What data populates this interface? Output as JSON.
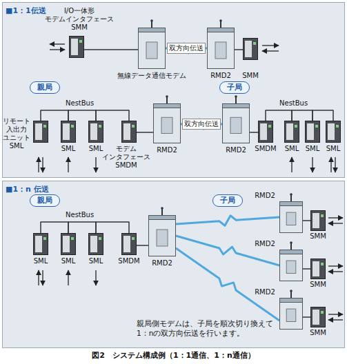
{
  "diagram": {
    "caption": "図2　システム構成例（1：1通信、1：n通信）",
    "nodes": [
      {
        "text": [
          "■1：1伝送"
        ]
      },
      {
        "text": [
          "I/O一体形 モデムインタフェース SMM"
        ],
        "in": 0
      },
      {
        "text": [
          "無線データ通信モデム"
        ],
        "in": 0
      },
      {
        "text": [
          "RMD2"
        ],
        "in": 0
      },
      {
        "text": [
          "SMM"
        ],
        "in": 0
      },
      {
        "text": [
          "親局"
        ],
        "in": 0
      },
      {
        "text": [
          "リモート 入出力 ユニット SML"
        ],
        "in": 0
      },
      {
        "text": [
          "SML"
        ],
        "in": 0
      },
      {
        "text": [
          "SML"
        ],
        "in": 0
      },
      {
        "text": [
          "モデム インタフェース SMDM"
        ],
        "in": 0
      },
      {
        "text": [
          "RMD2"
        ],
        "in": 0
      },
      {
        "text": [
          "子局"
        ],
        "in": 0
      },
      {
        "text": [
          "RMD2"
        ],
        "in": 0
      },
      {
        "text": [
          "SMDM"
        ],
        "in": 0
      },
      {
        "text": [
          "SML"
        ],
        "in": 0
      },
      {
        "text": [
          "SML"
        ],
        "in": 0
      },
      {
        "text": [
          "SML"
        ],
        "in": 0
      },
      {
        "text": [
          "■1：n 伝送"
        ]
      },
      {
        "text": [
          "親局"
        ],
        "in": 17
      },
      {
        "text": [
          "SML"
        ],
        "in": 17
      },
      {
        "text": [
          "SML"
        ],
        "in": 17
      },
      {
        "text": [
          "SML"
        ],
        "in": 17
      },
      {
        "text": [
          "SMDM"
        ],
        "in": 17
      },
      {
        "text": [
          "RMD2"
        ],
        "in": 17
      },
      {
        "text": [
          "子局"
        ],
        "in": 17
      },
      {
        "text": [
          "RMD2"
        ],
        "in": 17
      },
      {
        "text": [
          "SMM"
        ],
        "in": 17
      },
      {
        "text": [
          "RMD2"
        ],
        "in": 17
      },
      {
        "text": [
          "SMM"
        ],
        "in": 17
      },
      {
        "text": [
          "RMD2"
        ],
        "in": 17
      },
      {
        "text": [
          "SMM"
        ],
        "in": 17
      }
    ],
    "edges": [
      {
        "from": 1,
        "to": 2,
        "arrow": "none"
      },
      {
        "from": 2,
        "to": 3,
        "label": "双方向伝送",
        "arrow": "none"
      },
      {
        "from": 3,
        "to": 4,
        "arrow": "none"
      },
      {
        "from": 6,
        "to": 7,
        "arrow": "none"
      },
      {
        "from": 7,
        "to": 8,
        "arrow": "none"
      },
      {
        "from": 8,
        "to": 9,
        "arrow": "none"
      },
      {
        "from": 9,
        "to": 10,
        "arrow": "none"
      },
      {
        "from": 10,
        "to": 12,
        "label": "双方向伝送",
        "arrow": "none"
      },
      {
        "from": 12,
        "to": 13,
        "arrow": "none"
      },
      {
        "from": 13,
        "to": 14,
        "arrow": "none"
      },
      {
        "from": 14,
        "to": 15,
        "arrow": "none"
      },
      {
        "from": 15,
        "to": 16,
        "arrow": "none"
      },
      {
        "from": 19,
        "to": 20,
        "arrow": "none"
      },
      {
        "from": 20,
        "to": 21,
        "arrow": "none"
      },
      {
        "from": 21,
        "to": 22,
        "arrow": "none"
      },
      {
        "from": 22,
        "to": 23,
        "arrow": "none"
      },
      {
        "from": 23,
        "to": 25,
        "arrow": "none"
      },
      {
        "from": 23,
        "to": 27,
        "arrow": "none"
      },
      {
        "from": 23,
        "to": 29,
        "arrow": "none"
      },
      {
        "from": 25,
        "to": 26,
        "arrow": "none"
      },
      {
        "from": 27,
        "to": 28,
        "arrow": "none"
      },
      {
        "from": 29,
        "to": 30,
        "arrow": "none"
      }
    ],
    "labels": [
      "NestBus",
      "NestBus",
      "NestBus",
      "親局側モデムは、子局を順次切り換えて 1：nの双方向伝送を行います。"
    ]
  }
}
